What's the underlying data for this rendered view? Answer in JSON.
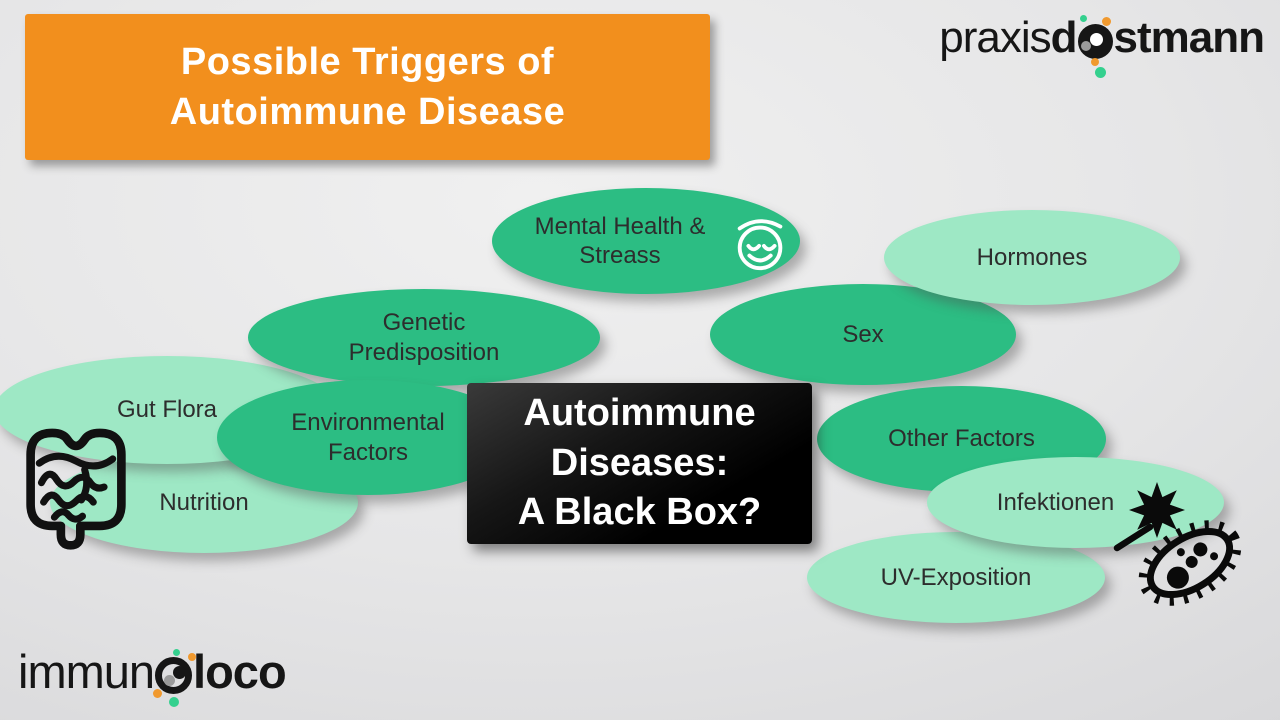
{
  "slide": {
    "title": "Possible Triggers of\nAutoimmune Disease",
    "center_box": {
      "text": "Autoimmune\nDiseases:\nA Black Box?",
      "bg_color": "#000000"
    },
    "title_bg_color": "#f28f1d"
  },
  "bubbles": {
    "mental_health": {
      "label": "Mental Health &\nStreass",
      "color": "#2cbd83",
      "icon": "smiley-face-icon"
    },
    "hormones": {
      "label": "Hormones",
      "color": "#9ee8c5"
    },
    "genetic": {
      "label": "Genetic\nPredisposition",
      "color": "#2cbd83"
    },
    "sex": {
      "label": "Sex",
      "color": "#2cbd83"
    },
    "gut_flora": {
      "label": "Gut Flora",
      "color": "#9ee8c5",
      "icon": "intestine-icon"
    },
    "environmental": {
      "label": "Environmental\nFactors",
      "color": "#2cbd83"
    },
    "other_factors": {
      "label": "Other Factors",
      "color": "#2cbd83"
    },
    "infektionen": {
      "label": "Infektionen",
      "color": "#9ee8c5",
      "icon": "virus-and-bacteria-icons"
    },
    "uv_exposition": {
      "label": "UV-Exposition",
      "color": "#9ee8c5"
    },
    "nutrition": {
      "label": "Nutrition",
      "color": "#9ee8c5"
    }
  },
  "logos": {
    "praxis_dostmann": {
      "part_thin": "praxis",
      "part_bold_before_o": "d",
      "part_bold_after_o": "stmann"
    },
    "immunoloco": {
      "part_thin": "immun",
      "part_bold": "loco"
    }
  },
  "palette": {
    "dark_green": "#2cbd83",
    "light_green": "#9ee8c5",
    "orange": "#f28f1d",
    "dot_green": "#34d08e",
    "dot_orange": "#f0992e",
    "dot_gray": "#9a9a9a"
  }
}
